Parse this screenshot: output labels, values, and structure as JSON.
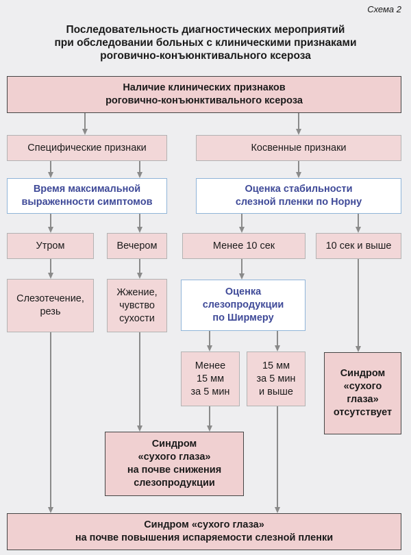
{
  "scheme_label": "Схема 2",
  "title": {
    "line1": "Последовательность диагностических мероприятий",
    "line2": "при обследовании больных с клиническими признаками",
    "line3": "роговично-конъюнктивального ксероза"
  },
  "boxes": {
    "top": {
      "line1": "Наличие клинических признаков",
      "line2": "роговично-конъюнктивального ксероза"
    },
    "specific": "Специфические признаки",
    "indirect": "Косвенные признаки",
    "time_max": {
      "line1": "Время максимальной",
      "line2": "выраженности симптомов"
    },
    "norn": {
      "line1": "Оценка стабильности",
      "line2": "слезной пленки по Норну"
    },
    "morning": "Утром",
    "evening": "Вечером",
    "less10": "Менее 10 сек",
    "more10": "10 сек и выше",
    "tearing": {
      "line1": "Слезотечение,",
      "line2": "резь"
    },
    "burning": {
      "line1": "Жжение,",
      "line2": "чувство",
      "line3": "сухости"
    },
    "schirmer": {
      "line1": "Оценка",
      "line2": "слезопродукции",
      "line3": "по Ширмеру"
    },
    "less15": {
      "line1": "Менее",
      "line2": "15 мм",
      "line3": "за 5 мин"
    },
    "more15": {
      "line1": "15 мм",
      "line2": "за 5 мин",
      "line3": "и выше"
    },
    "absent": {
      "line1": "Синдром",
      "line2": "«сухого",
      "line3": "глаза»",
      "line4": "отсутствует"
    },
    "reduced": {
      "line1": "Синдром",
      "line2": "«сухого глаза»",
      "line3": "на почве снижения",
      "line4": "слезопродукции"
    },
    "bottom": {
      "line1": "Синдром «сухого глаза»",
      "line2": "на почве повышения испаряемости слезной пленки"
    }
  }
}
